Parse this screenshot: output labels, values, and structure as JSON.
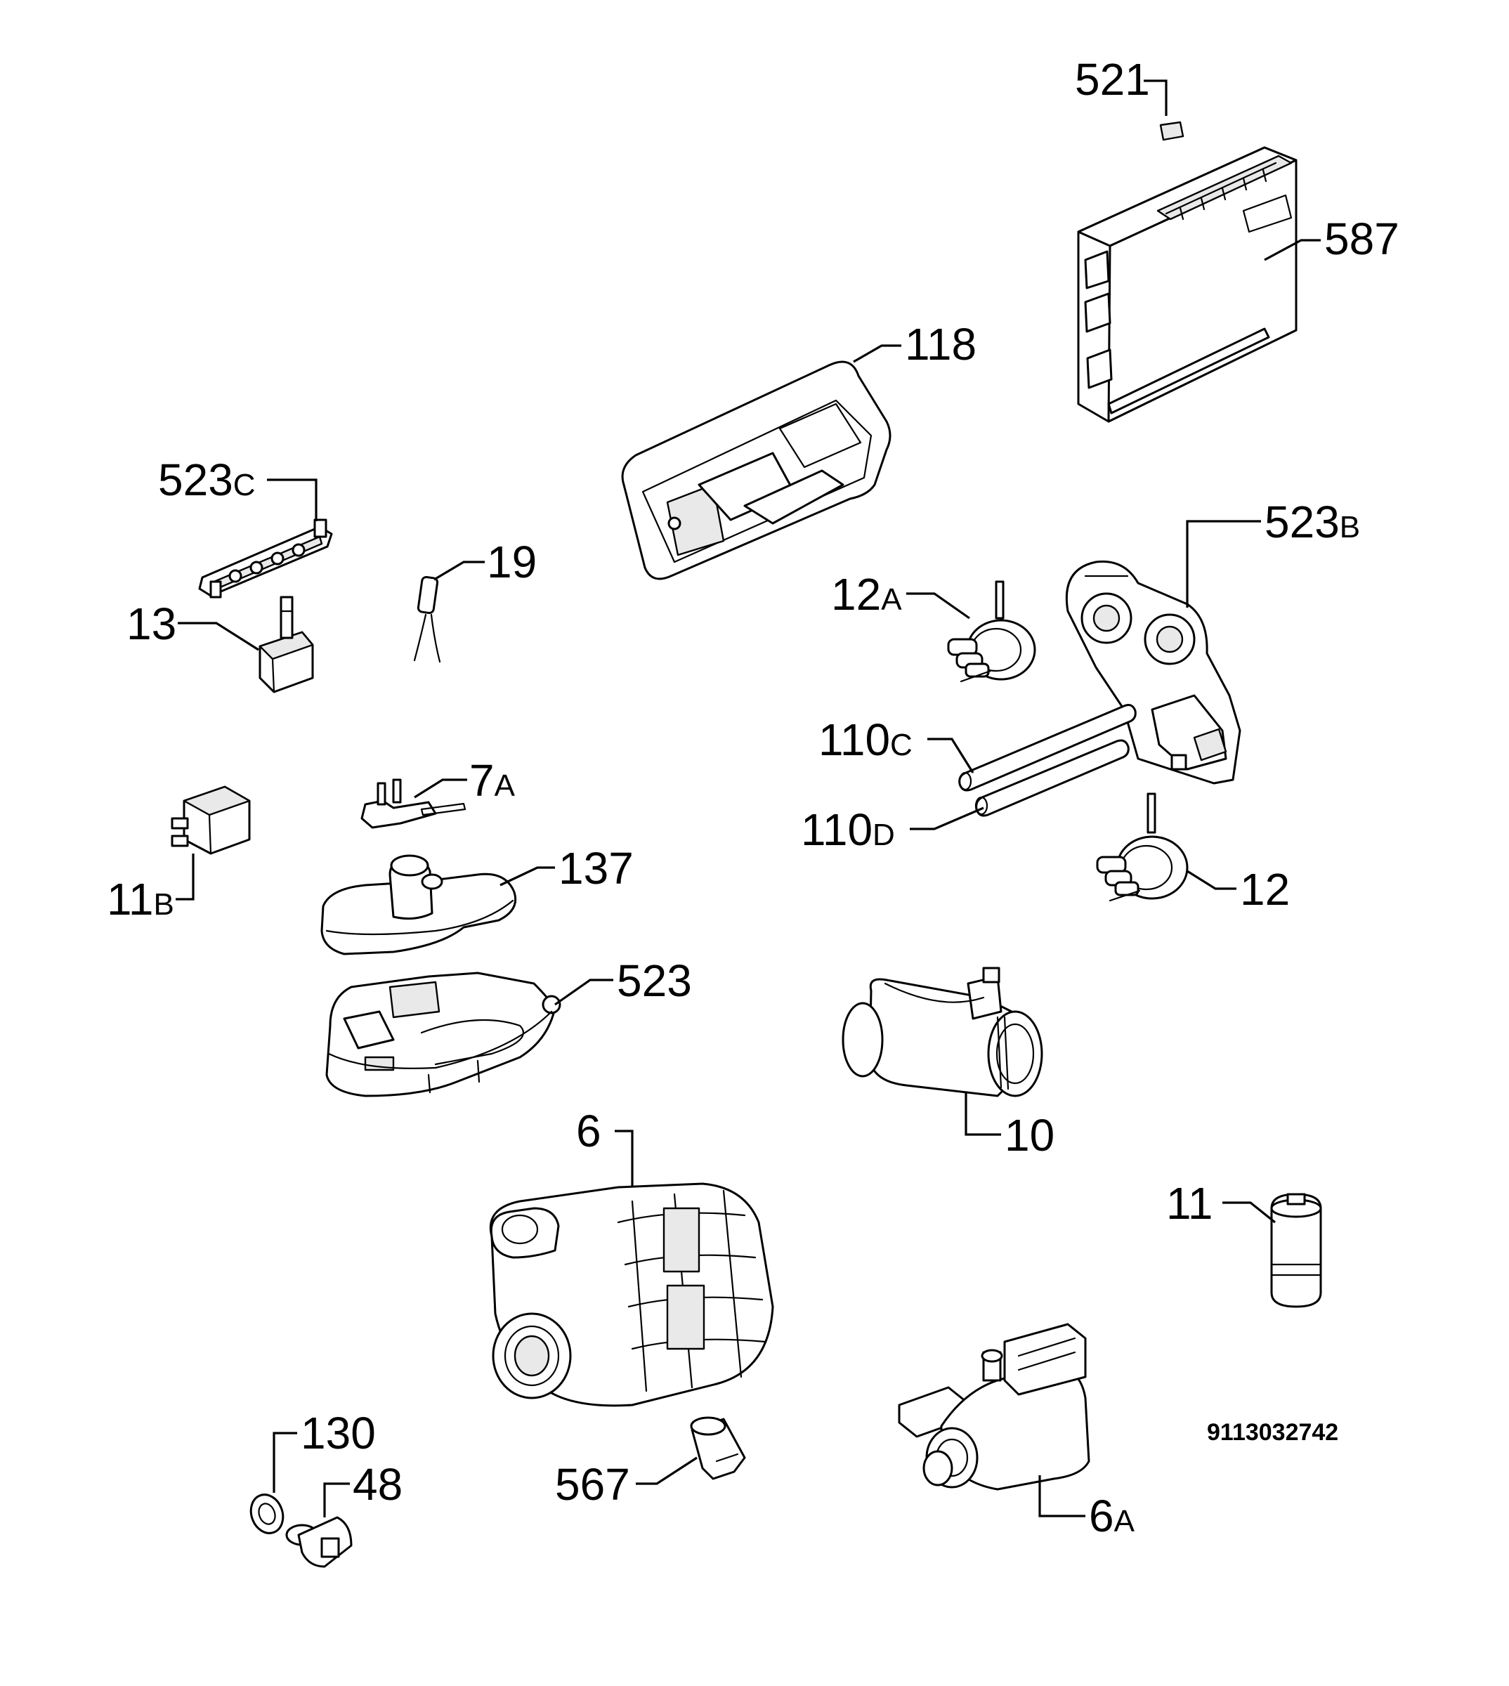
{
  "callouts": [
    {
      "id": "521",
      "num": "521",
      "suffix": ""
    },
    {
      "id": "587",
      "num": "587",
      "suffix": ""
    },
    {
      "id": "118",
      "num": "118",
      "suffix": ""
    },
    {
      "id": "523c",
      "num": "523",
      "suffix": "C"
    },
    {
      "id": "19",
      "num": "19",
      "suffix": ""
    },
    {
      "id": "13",
      "num": "13",
      "suffix": ""
    },
    {
      "id": "523b",
      "num": "523",
      "suffix": "B"
    },
    {
      "id": "12a",
      "num": "12",
      "suffix": "A"
    },
    {
      "id": "110c",
      "num": "110",
      "suffix": "C"
    },
    {
      "id": "110d",
      "num": "110",
      "suffix": "D"
    },
    {
      "id": "12",
      "num": "12",
      "suffix": ""
    },
    {
      "id": "7a",
      "num": "7",
      "suffix": "A"
    },
    {
      "id": "11b",
      "num": "11",
      "suffix": "B"
    },
    {
      "id": "137",
      "num": "137",
      "suffix": ""
    },
    {
      "id": "523",
      "num": "523",
      "suffix": ""
    },
    {
      "id": "10",
      "num": "10",
      "suffix": ""
    },
    {
      "id": "6",
      "num": "6",
      "suffix": ""
    },
    {
      "id": "11",
      "num": "11",
      "suffix": ""
    },
    {
      "id": "130",
      "num": "130",
      "suffix": ""
    },
    {
      "id": "48",
      "num": "48",
      "suffix": ""
    },
    {
      "id": "567",
      "num": "567",
      "suffix": ""
    },
    {
      "id": "6a",
      "num": "6",
      "suffix": "A"
    }
  ],
  "document_number": "9113032742"
}
